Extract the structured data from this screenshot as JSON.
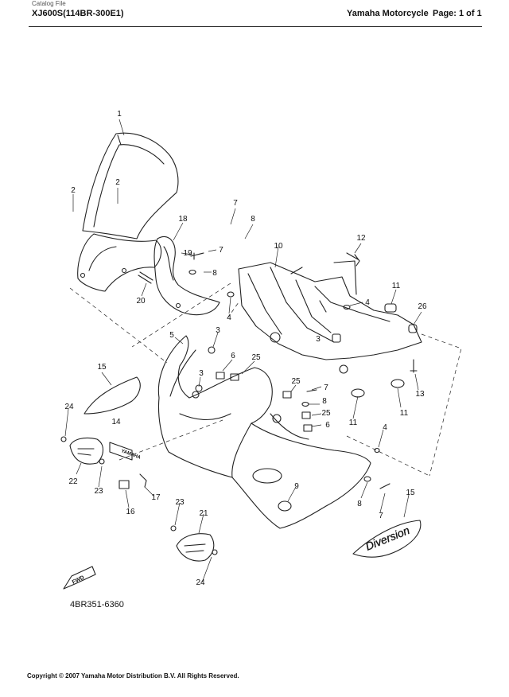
{
  "header": {
    "catalog_label": "Catalog File",
    "model": "XJ600S(114BR-300E1)",
    "brand": "Yamaha Motorcycle",
    "page": "Page: 1 of 1"
  },
  "diagram": {
    "callouts": [
      "1",
      "2",
      "2",
      "7",
      "8",
      "18",
      "19",
      "7",
      "8",
      "20",
      "10",
      "12",
      "4",
      "11",
      "26",
      "4",
      "3",
      "5",
      "3",
      "6",
      "25",
      "15",
      "3",
      "25",
      "7",
      "8",
      "25",
      "6",
      "24",
      "14",
      "22",
      "23",
      "16",
      "17",
      "11",
      "13",
      "11",
      "4",
      "9",
      "8",
      "7",
      "15",
      "23",
      "21",
      "24"
    ],
    "decal_14": "YAMAHA",
    "decal_15": "Diversion",
    "fwd_label": "FWD"
  },
  "footer": {
    "reference": "4BR351-6360",
    "copyright": "Copyright © 2007  Yamaha Motor Distribution B.V.  All Rights Reserved."
  }
}
